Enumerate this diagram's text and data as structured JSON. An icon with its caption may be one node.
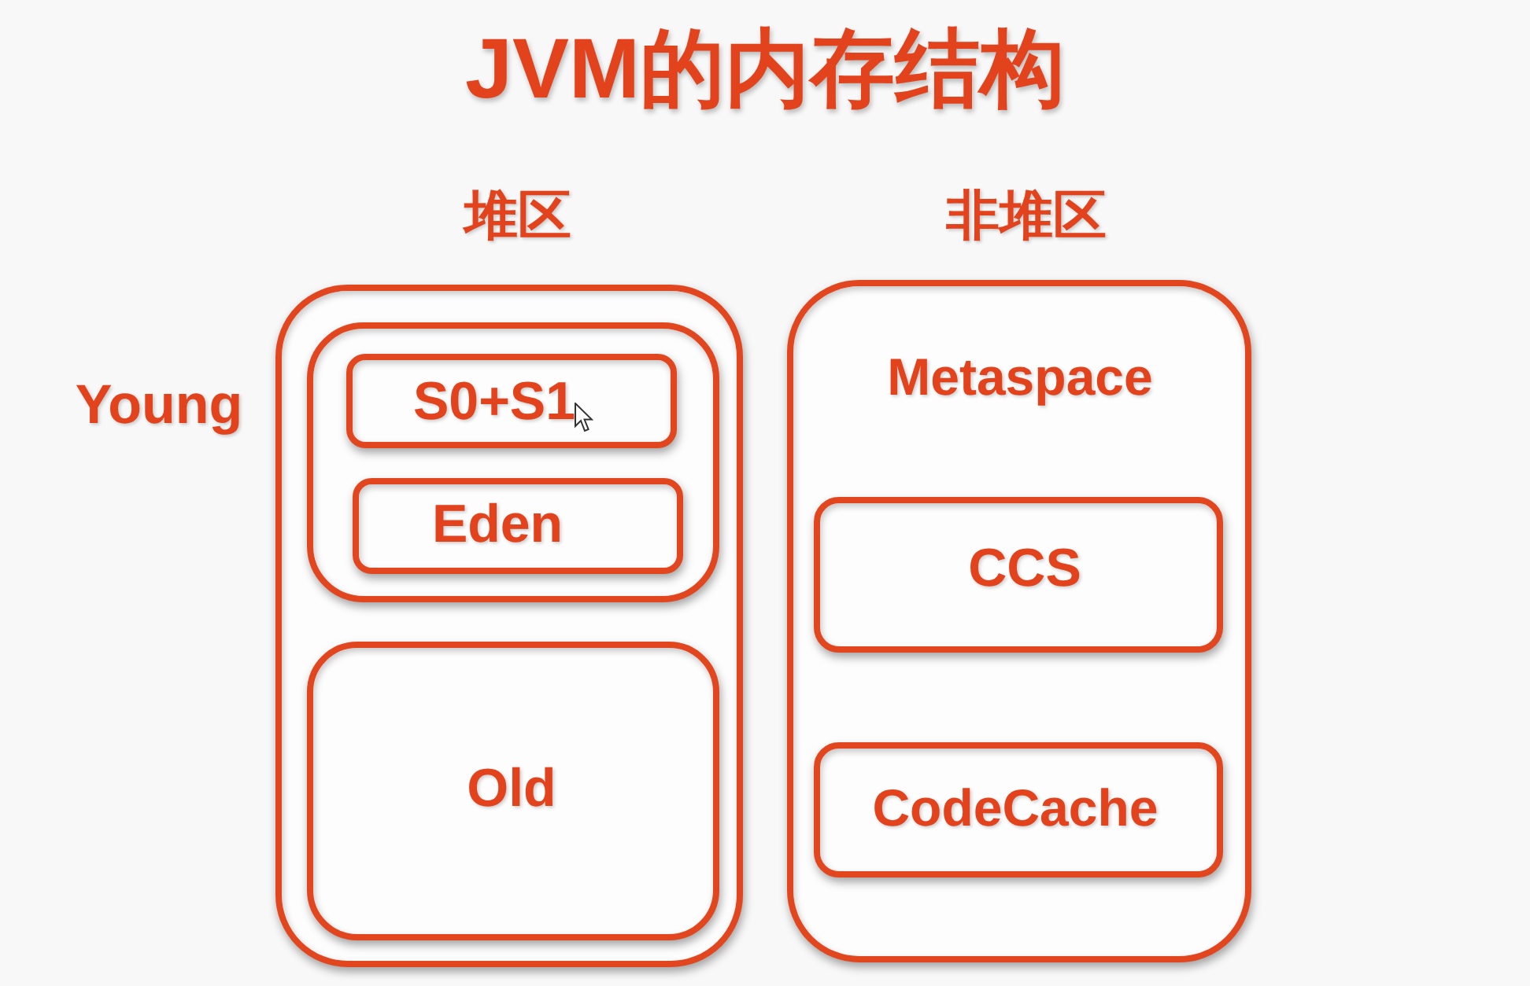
{
  "diagram": {
    "title": "JVM的内存结构",
    "nodes": [
      {
        "text": [
          "堆区"
        ]
      },
      {
        "text": [
          "Young"
        ],
        "in": 0
      },
      {
        "text": [
          "S0+S1"
        ],
        "in": 1
      },
      {
        "text": [
          "Eden"
        ],
        "in": 1
      },
      {
        "text": [
          "Old"
        ],
        "in": 0
      },
      {
        "text": [
          "非堆区",
          "Metaspace"
        ]
      },
      {
        "text": [
          "CCS"
        ],
        "in": 5
      },
      {
        "text": [
          "CodeCache"
        ],
        "in": 5
      }
    ]
  }
}
